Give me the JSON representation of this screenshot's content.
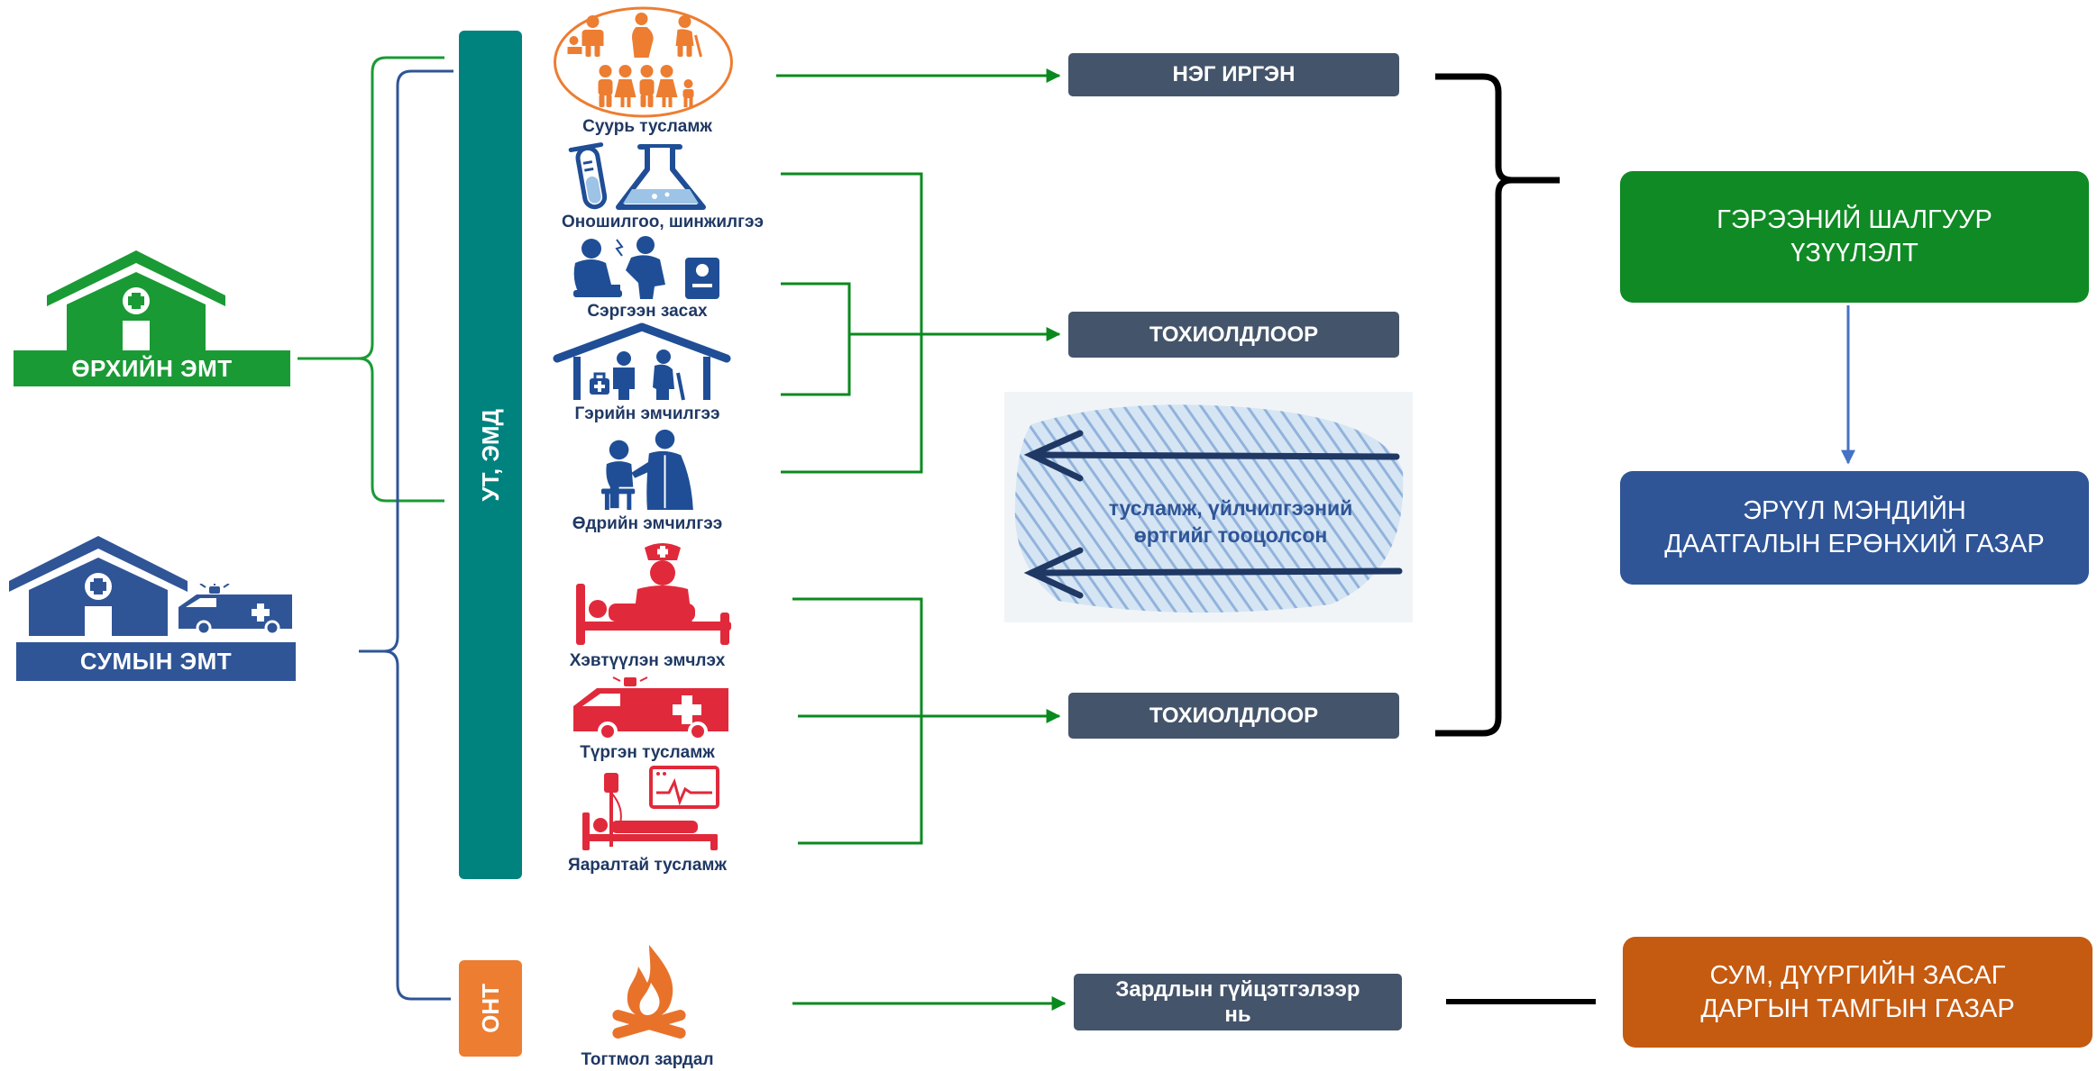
{
  "facilities": {
    "family_health_center": {
      "label": "ӨРХИЙН ЭМТ",
      "icon": "hospital-building-icon",
      "color": "#1a9a35"
    },
    "soum_health_center": {
      "label": "СУМЫН ЭМТ",
      "icon": "hospital-building-icon",
      "vehicle_icon": "ambulance-icon",
      "color": "#2f5597"
    }
  },
  "funding_sources": {
    "main": {
      "label": "УТ, ЭМД",
      "color": "#00827f"
    },
    "fixed": {
      "label": "ОНТ",
      "color": "#ed7d31"
    }
  },
  "services": [
    {
      "label": "Суурь тусламж",
      "icon": "family-icon",
      "color": "#ed7d31"
    },
    {
      "label": "Оношилгоо, шинжилгээ",
      "icon": "laboratory-flask-icon",
      "color": "#1f4e96"
    },
    {
      "label": "Сэргээн засах",
      "icon": "rehabilitation-icon",
      "color": "#1f4e96"
    },
    {
      "label": "Гэрийн эмчилгээ",
      "icon": "home-care-icon",
      "color": "#1f4e96"
    },
    {
      "label": "Өдрийн эмчилгээ",
      "icon": "doctor-patient-icon",
      "color": "#1f4e96"
    },
    {
      "label": "Хэвтүүлэн эмчлэх",
      "icon": "inpatient-bed-nurse-icon",
      "color": "#e02a3b"
    },
    {
      "label": "Түргэн тусламж",
      "icon": "ambulance-icon",
      "color": "#e02a3b"
    },
    {
      "label": "Яаралтай тусламж",
      "icon": "emergency-bed-monitor-icon",
      "color": "#e02a3b"
    },
    {
      "label": "Тогтмол зардал",
      "icon": "campfire-icon",
      "color": "#e8722a"
    }
  ],
  "payment_methods": [
    {
      "label": "НЭГ ИРГЭН"
    },
    {
      "label": "ТОХИОЛДЛООР"
    },
    {
      "label": "ТОХИОЛДЛООР"
    },
    {
      "label": "Зардлын гүйцэтгэлээр\nнь"
    }
  ],
  "cost_basis_note": "тусламж, үйлчилгээний\nөртгийг тооцолсон",
  "authorities": {
    "contract_criteria": "ГЭРЭЭНИЙ ШАЛГУУР\nҮЗҮҮЛЭЛТ",
    "insurance_agency": "ЭРҮҮЛ МЭНДИЙН\nДААТГАЛЫН ЕРӨНХИЙ ГАЗАР",
    "governor_office": "СУМ, ДҮҮРГИЙН ЗАСАГ\nДАРГЫН ТАМГЫН ГАЗАР"
  },
  "colors": {
    "payment_box": "#44546a",
    "connector_green": "#0a8a1e",
    "connector_blue": "#2f5597",
    "brace": "#000000",
    "criteria_box": "#0f8a24",
    "insurance_box": "#2f5597",
    "governor_box": "#c55a11",
    "service_label_text": "#1f3864"
  }
}
